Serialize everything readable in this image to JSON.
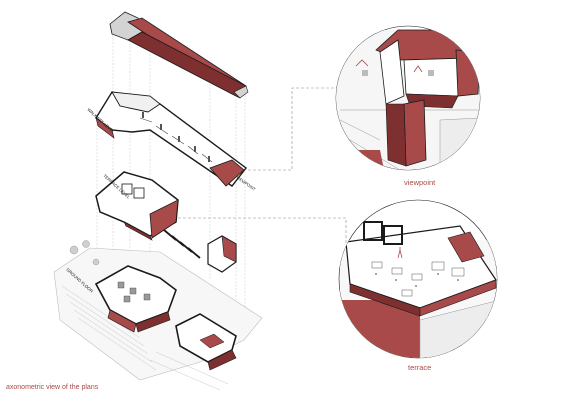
{
  "colors": {
    "accent": "#a84a4a",
    "accent_dark": "#7e2f2f",
    "line": "#1a1a1a",
    "roof_grey": "#cfcfcf",
    "faint": "#bdbdbd"
  },
  "labels": {
    "walkway_level": "WALKWAY LEVEL",
    "terrace_level": "TERRACE LEVEL",
    "ground_floor": "GROUND FLOOR",
    "viewpoint_small": "VIEWPOINT"
  },
  "callouts": {
    "viewpoint": "viewpoint",
    "terrace": "terrace"
  },
  "caption": "axonometric view of the plans"
}
